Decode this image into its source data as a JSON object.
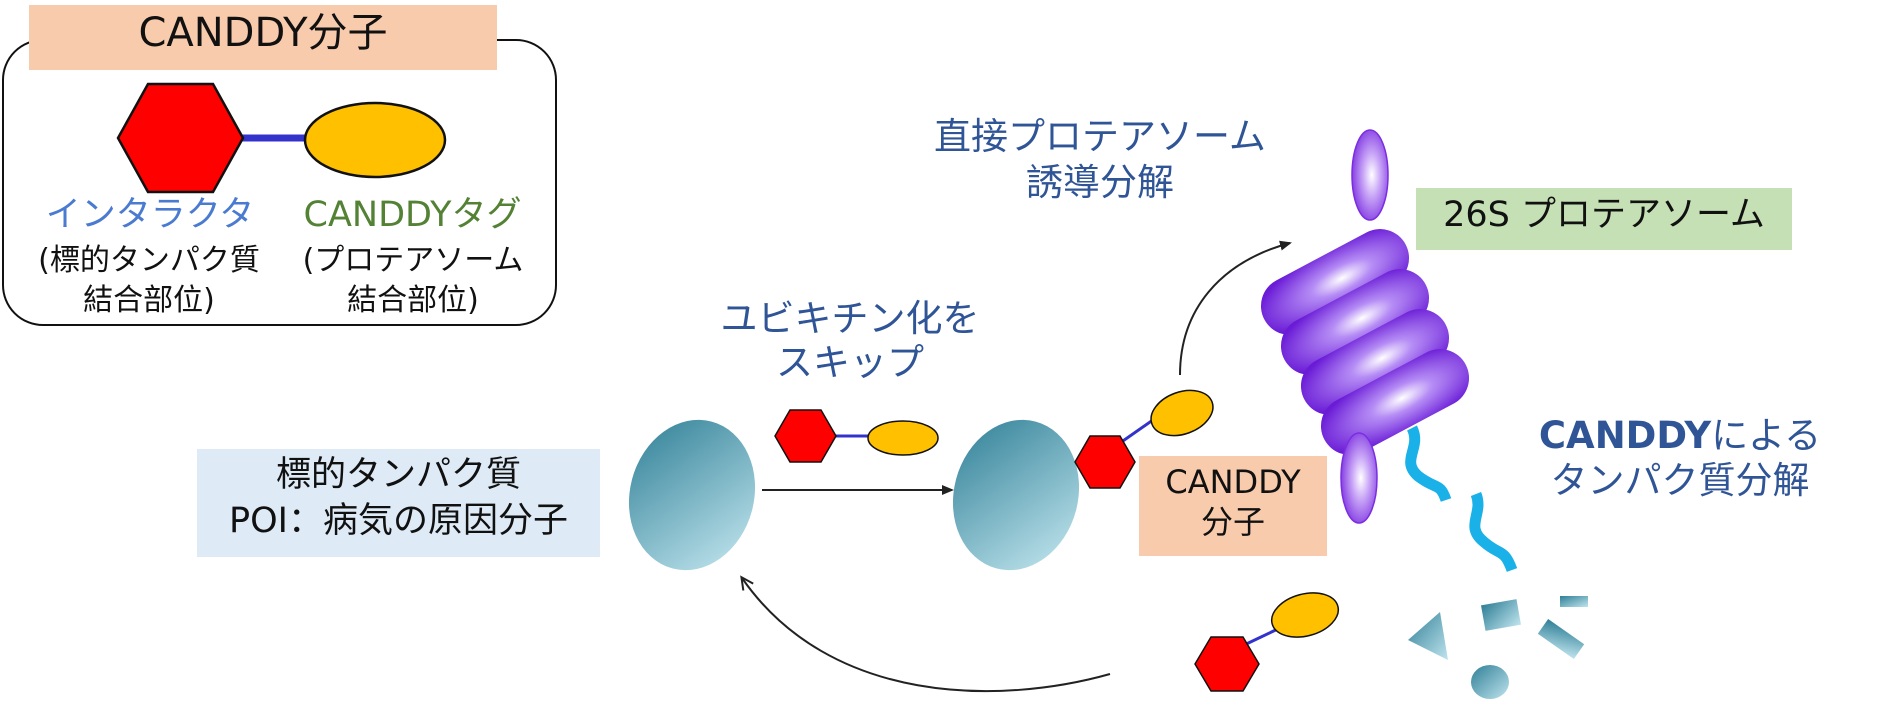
{
  "legend": {
    "title": "CANDDY分子",
    "interactor_label": "インタラクタ",
    "interactor_desc_line1": "(標的タンパク質",
    "interactor_desc_line2": "結合部位)",
    "tag_label": "CANDDYタグ",
    "tag_desc_line1": "(プロテアソーム",
    "tag_desc_line2": "結合部位)"
  },
  "poi": {
    "line1": "標的タンパク質",
    "line2": "POI：病気の原因分子"
  },
  "skip_ubiquitination": {
    "line1": "ユビキチン化を",
    "line2": "スキップ"
  },
  "direct_degradation": {
    "line1": "直接プロテアソーム",
    "line2": "誘導分解"
  },
  "proteasome_label": "26S プロテアソーム",
  "candy_molecule": {
    "line1": "CANDDY",
    "line2": "分子"
  },
  "degradation": {
    "line1_bold": "CANDDY",
    "line1_rest": "による",
    "line2": "タンパク質分解"
  },
  "colors": {
    "interactor_red": "#ff0000",
    "tag_orange": "#ffc000",
    "linker_blue": "#3333cc",
    "legend_title_bg": "#f8cbad",
    "poi_box_bg": "#deebf7",
    "proteasome_label_bg": "#c5e0b4",
    "candy_box_bg": "#f8cbad",
    "text_blue": "#2f5597",
    "text_green": "#548235",
    "proteasome_purple": "#8a2be2",
    "peptide_cyan": "#1ab0e8"
  }
}
